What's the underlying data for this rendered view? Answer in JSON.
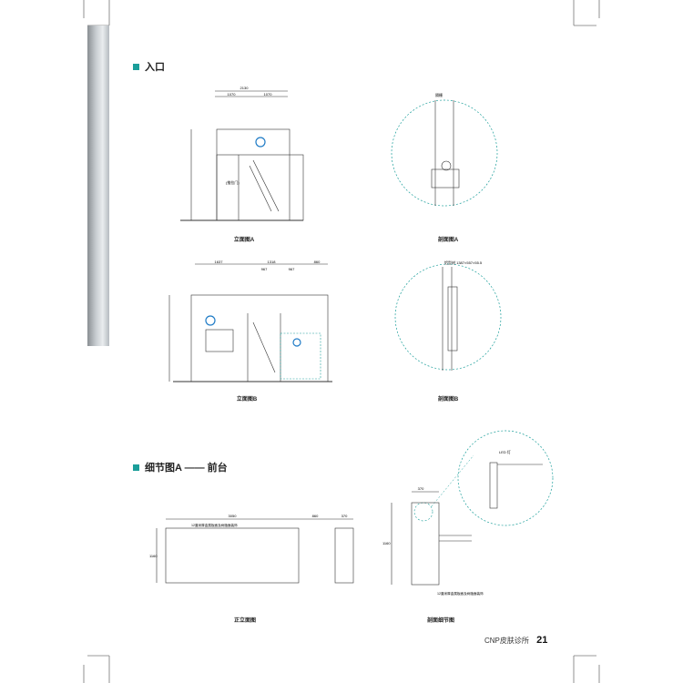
{
  "sections": {
    "entrance": {
      "title": "入口"
    },
    "detail": {
      "title": "细节图A —— 前台"
    }
  },
  "captions": {
    "elev_a": "立面图A",
    "sect_a": "剖面图A",
    "elev_b": "立面图B",
    "sect_b": "剖面图B",
    "front_elev": "正立面图",
    "section_detail": "剖面细节图"
  },
  "dims": {
    "elev_a_top": "2130",
    "elev_a_left": "1070",
    "elev_a_right": "1070",
    "elev_b_1": "1637",
    "elev_b_2": "1318",
    "elev_b_3": "860",
    "elev_b_4": "967",
    "elev_b_5": "967",
    "front_width": "3050",
    "front_side1": "860",
    "front_side2": "370",
    "front_height": "1160",
    "sect_top": "370",
    "sect_height": "1160"
  },
  "notes": {
    "led": "LED 灯",
    "grille": "隔栅",
    "panel_label": "12厘米厚金属板面及树脂面装饰",
    "door_label": "(推拉门)",
    "logo": "logo",
    "sect_b_dim": "铝型材 1387×557×55.5"
  },
  "colors": {
    "accent": "#1b9e9a",
    "logo_blue": "#1f7bc6"
  },
  "footer": {
    "publisher": "CNP皮肤诊所",
    "page": "21"
  }
}
